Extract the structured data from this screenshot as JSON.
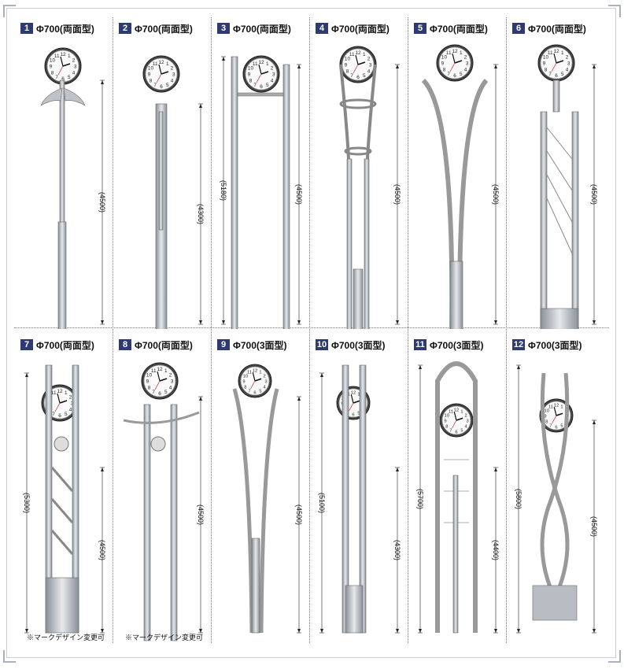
{
  "products": [
    {
      "no": "1",
      "size": "Φ700(両面型)",
      "height": "(4500)",
      "total": "",
      "note": ""
    },
    {
      "no": "2",
      "size": "Φ700(両面型)",
      "height": "(4300)",
      "total": "",
      "note": ""
    },
    {
      "no": "3",
      "size": "Φ700(両面型)",
      "height": "(4500)",
      "total": "(5180)",
      "note": ""
    },
    {
      "no": "4",
      "size": "Φ700(両面型)",
      "height": "(4500)",
      "total": "",
      "note": ""
    },
    {
      "no": "5",
      "size": "Φ700(両面型)",
      "height": "(4500)",
      "total": "",
      "note": ""
    },
    {
      "no": "6",
      "size": "Φ700(両面型)",
      "height": "(4500)",
      "total": "",
      "note": ""
    },
    {
      "no": "7",
      "size": "Φ700(両面型)",
      "height": "(4500)",
      "total": "(5300)",
      "note": "※マークデザイン変更可"
    },
    {
      "no": "8",
      "size": "Φ700(両面型)",
      "height": "(4500)",
      "total": "",
      "note": "※マークデザイン変更可"
    },
    {
      "no": "9",
      "size": "Φ700(3面型)",
      "height": "(4500)",
      "total": "",
      "note": ""
    },
    {
      "no": "10",
      "size": "Φ700(3面型)",
      "height": "(4300)",
      "total": "(5100)",
      "note": ""
    },
    {
      "no": "11",
      "size": "Φ700(3面型)",
      "height": "(4400)",
      "total": "(5700)",
      "note": ""
    },
    {
      "no": "12",
      "size": "Φ700(3面型)",
      "height": "(4500)",
      "total": "(5800)",
      "note": ""
    }
  ],
  "colors": {
    "metal_light": "#e6e8ec",
    "metal_dark": "#8a8f97",
    "badge": "#2d3a73"
  }
}
